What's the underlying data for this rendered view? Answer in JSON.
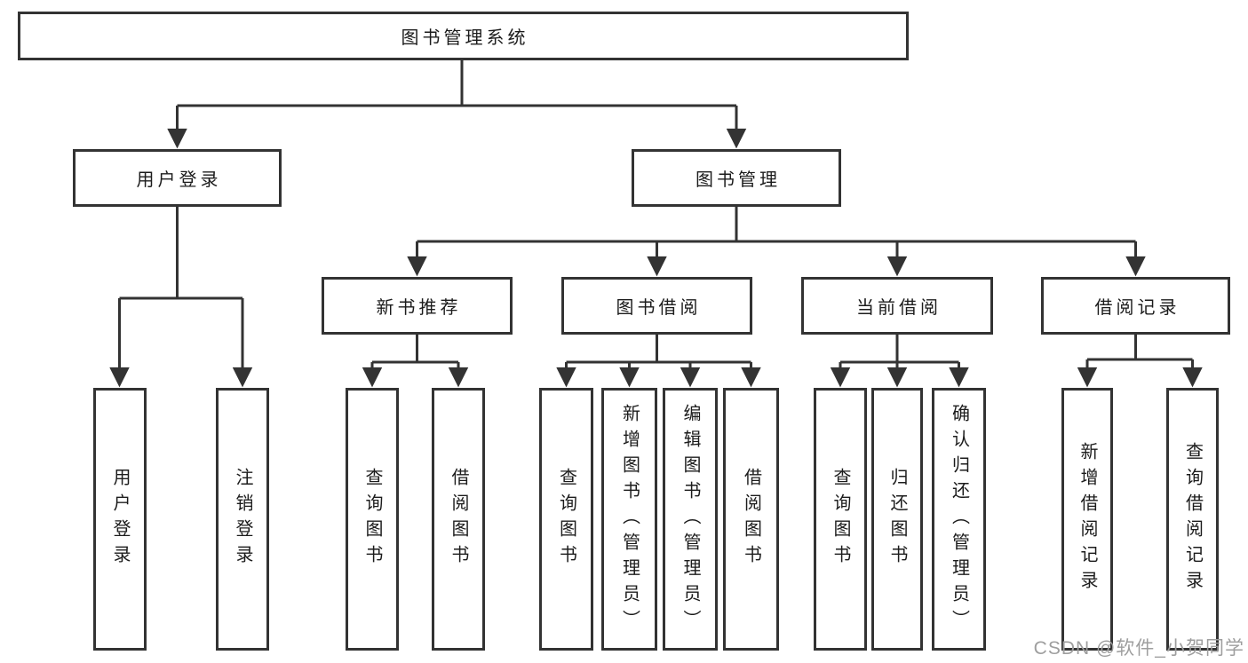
{
  "diagram_title": "图书管理系统",
  "nodes": {
    "root": "图书管理系统",
    "level2": [
      "用户登录",
      "图书管理"
    ],
    "level3": [
      "新书推荐",
      "图书借阅",
      "当前借阅",
      "借阅记录"
    ],
    "user_login_children": [
      "用户登录",
      "注销登录"
    ],
    "new_book_children": [
      "查询图书",
      "借阅图书"
    ],
    "book_borrow_children": [
      "查询图书",
      "新增图书（管理员）",
      "编辑图书（管理员）",
      "借阅图书"
    ],
    "current_borrow_children": [
      "查询图书",
      "归还图书",
      "确认归还（管理员）"
    ],
    "borrow_record_children": [
      "新增借阅记录",
      "查询借阅记录"
    ],
    "admin_note": "管理员"
  },
  "watermark": "CSDN @软件_小贺同学",
  "colors": {
    "line": "#333333",
    "box_border": "#333333",
    "text": "#1c1c1c",
    "background": "#ffffff",
    "watermark": "#9e9e9e"
  }
}
